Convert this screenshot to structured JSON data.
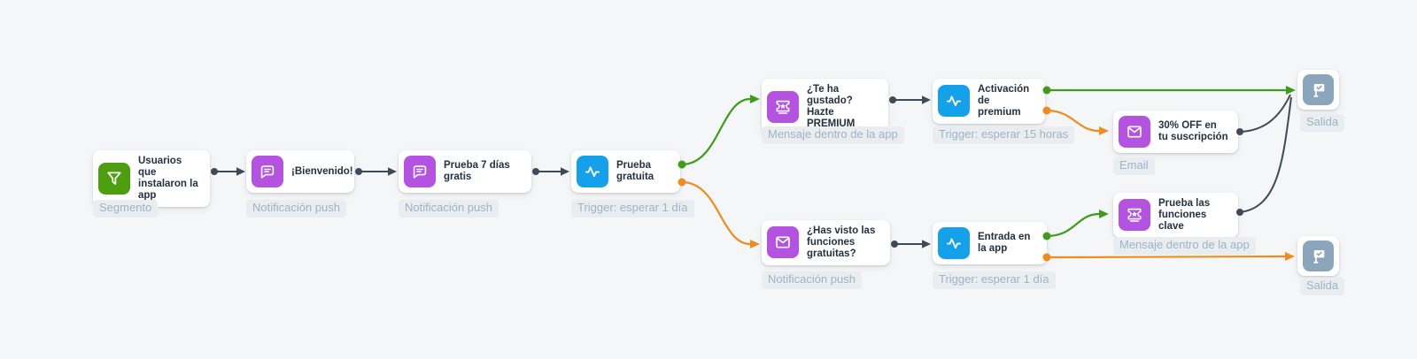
{
  "app": {
    "view": "automation-flow-canvas"
  },
  "colors": {
    "canvas_bg": "#f5f6f7",
    "node_bg": "#ffffff",
    "icon_green": "#4c9e10",
    "icon_purple": "#b453e0",
    "icon_blue": "#14a1e9",
    "icon_slate": "#8ba5bd",
    "edge_dark": "#3e4a57",
    "edge_green": "#3f9b1c",
    "edge_orange": "#ee8c22",
    "tag_bg": "#e9edf0",
    "tag_text": "#9db3c6",
    "title_text": "#24313f"
  },
  "nodes": [
    {
      "title": "Usuarios que instalaron la app",
      "tag": "Segmento",
      "icon": "filter-icon",
      "color": "green"
    },
    {
      "title": "¡Bienvenido!",
      "tag": "Notificación push",
      "icon": "push-chat-icon",
      "color": "purple"
    },
    {
      "title": "Prueba 7 días gratis",
      "tag": "Notificación push",
      "icon": "push-chat-icon",
      "color": "purple"
    },
    {
      "title": "Prueba gratuita",
      "tag": "Trigger: esperar 1 día",
      "icon": "trigger-pulse-icon",
      "color": "blue"
    },
    {
      "title": "¿Te ha gustado? Hazte PREMIUM",
      "tag": "Mensaje dentro de la app",
      "icon": "in-app-ticket-icon",
      "color": "purple"
    },
    {
      "title": "Activación de premium",
      "tag": "Trigger: esperar 15 horas",
      "icon": "trigger-pulse-icon",
      "color": "blue"
    },
    {
      "title": "30% OFF en tu suscripción",
      "tag": "Email",
      "icon": "envelope-icon",
      "color": "purple"
    },
    {
      "title": "",
      "tag": "Salida",
      "icon": "exit-flag-icon",
      "color": "slate"
    },
    {
      "title": "¿Has visto las funciones gratuitas?",
      "tag": "Notificación push",
      "icon": "envelope-icon",
      "color": "purple"
    },
    {
      "title": "Entrada en la app",
      "tag": "Trigger: esperar 1 día",
      "icon": "trigger-pulse-icon",
      "color": "blue"
    },
    {
      "title": "Prueba las funciones clave",
      "tag": "Mensaje dentro de la app",
      "icon": "in-app-ticket-icon",
      "color": "purple"
    },
    {
      "title": "",
      "tag": "Salida",
      "icon": "exit-flag-icon",
      "color": "slate"
    }
  ],
  "edges": [
    {
      "from": "Usuarios que instalaron la app",
      "to": "¡Bienvenido!",
      "color": "dark"
    },
    {
      "from": "¡Bienvenido!",
      "to": "Prueba 7 días gratis",
      "color": "dark"
    },
    {
      "from": "Prueba 7 días gratis",
      "to": "Prueba gratuita",
      "color": "dark"
    },
    {
      "from": "Prueba gratuita",
      "to": "¿Te ha gustado? Hazte PREMIUM",
      "color": "green"
    },
    {
      "from": "Prueba gratuita",
      "to": "¿Has visto las funciones gratuitas?",
      "color": "orange"
    },
    {
      "from": "¿Te ha gustado? Hazte PREMIUM",
      "to": "Activación de premium",
      "color": "dark"
    },
    {
      "from": "Activación de premium",
      "to": "Salida (superior)",
      "color": "green"
    },
    {
      "from": "Activación de premium",
      "to": "30% OFF en tu suscripción",
      "color": "orange"
    },
    {
      "from": "30% OFF en tu suscripción",
      "to": "Salida (superior)",
      "color": "dark"
    },
    {
      "from": "¿Has visto las funciones gratuitas?",
      "to": "Entrada en la app",
      "color": "dark"
    },
    {
      "from": "Entrada en la app",
      "to": "Prueba las funciones clave",
      "color": "green"
    },
    {
      "from": "Entrada en la app",
      "to": "Salida (inferior)",
      "color": "orange"
    },
    {
      "from": "Prueba las funciones clave",
      "to": "Salida (superior)",
      "color": "dark"
    }
  ]
}
